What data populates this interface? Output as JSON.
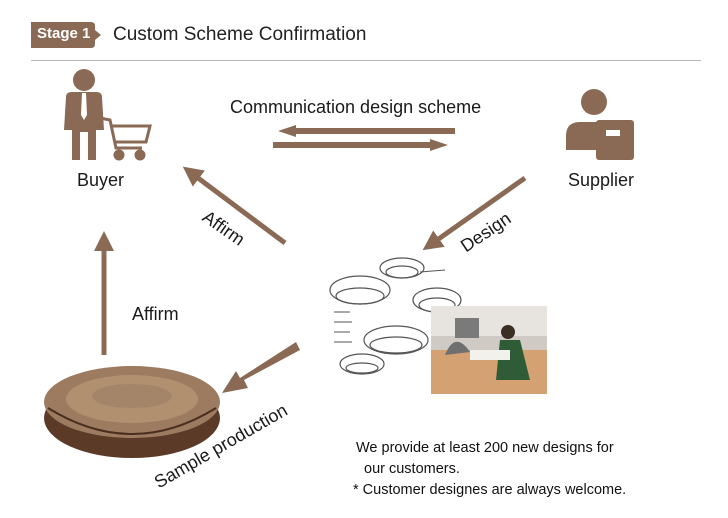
{
  "header": {
    "stage_label": "Stage 1",
    "title": "Custom Scheme Confirmation"
  },
  "nodes": {
    "buyer": "Buyer",
    "supplier": "Supplier"
  },
  "flow_labels": {
    "communication": "Communication design scheme",
    "affirm_diagonal": "Affirm",
    "affirm_vertical": "Affirm",
    "design": "Design",
    "sample_production": "Sample production"
  },
  "note": {
    "line1": "We provide at least 200 new designs for",
    "line2": "our customers.",
    "line3": "* Customer designes are always welcome."
  },
  "colors": {
    "accent": "#8a6a55",
    "icon": "#8a6a55",
    "rule": "#b8b8b8"
  },
  "icons": [
    "buyer-person-icon",
    "shopping-cart-icon",
    "supplier-person-icon",
    "arrow-icon"
  ]
}
